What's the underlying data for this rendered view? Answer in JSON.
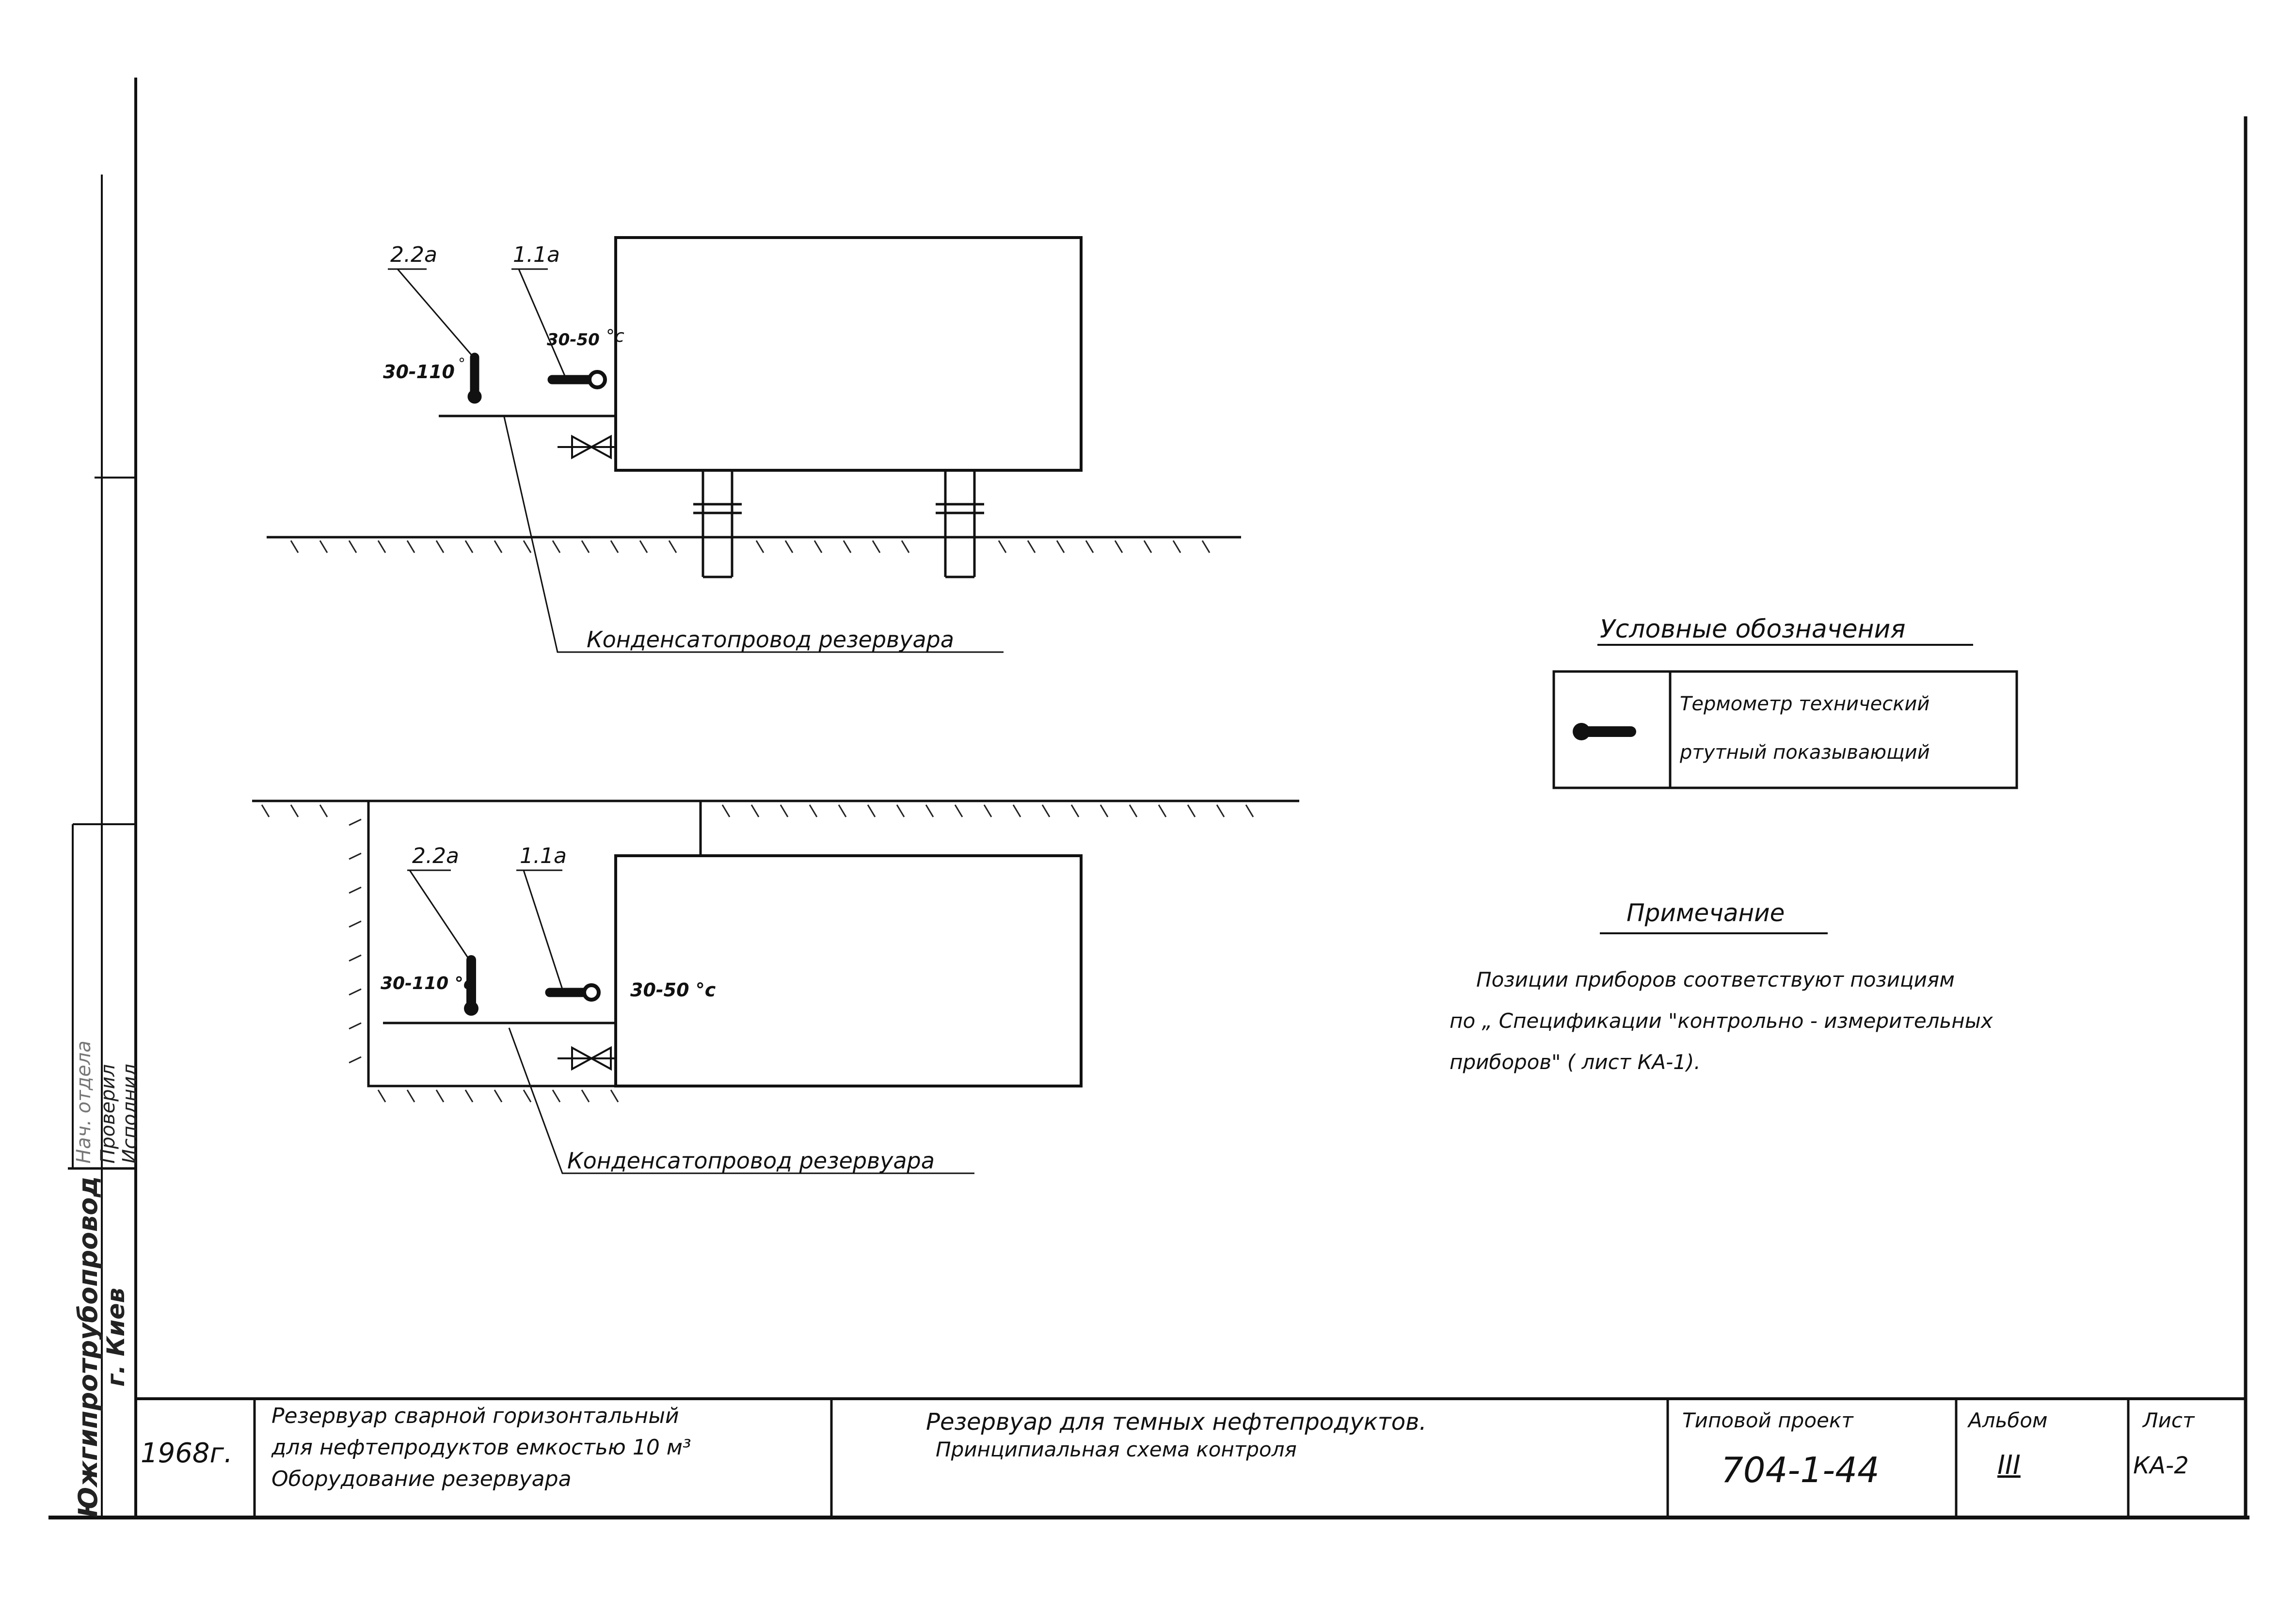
{
  "diagram1": {
    "tag_a": "2.2а",
    "tag_b": "1.1а",
    "range_left": "30-110",
    "range_left_unit": "°",
    "range_right": "30-50",
    "range_right_unit": "°с",
    "pipe_label": "Конденсатопровод резервуара"
  },
  "diagram2": {
    "tag_a": "2.2а",
    "tag_b": "1.1а",
    "range_left": "30-110 °с",
    "range_right": "30-50 °с",
    "pipe_label": "Конденсатопровод резервуара"
  },
  "legend": {
    "title": "Условные обозначения",
    "line1": "Термометр технический",
    "line2": "ртутный показывающий"
  },
  "note": {
    "title": "Примечание",
    "line1": "Позиции приборов соответствуют позициям",
    "line2": "по „ Спецификации \"контрольно - измерительных",
    "line3": "приборов\" ( лист КА-1)."
  },
  "sidebar": {
    "org": "Южгипротрубопровод",
    "city": "г. Киев",
    "roles": [
      "Нач. отдела",
      "Проверил",
      "Исполнил"
    ]
  },
  "title_block": {
    "year": "1968г.",
    "object_line1": "Резервуар сварной горизонтальный",
    "object_line2": "для нефтепродуктов емкостью 10 м³",
    "object_line3": "Оборудование резервуара",
    "title_line1": "Резервуар для темных нефтепродуктов.",
    "title_line2": "Принципиальная схема контроля",
    "project_label": "Типовой проект",
    "project_number": "704-1-44",
    "album_label": "Альбом",
    "album_value": "III",
    "sheet_label": "Лист",
    "sheet_value": "КА-2"
  }
}
